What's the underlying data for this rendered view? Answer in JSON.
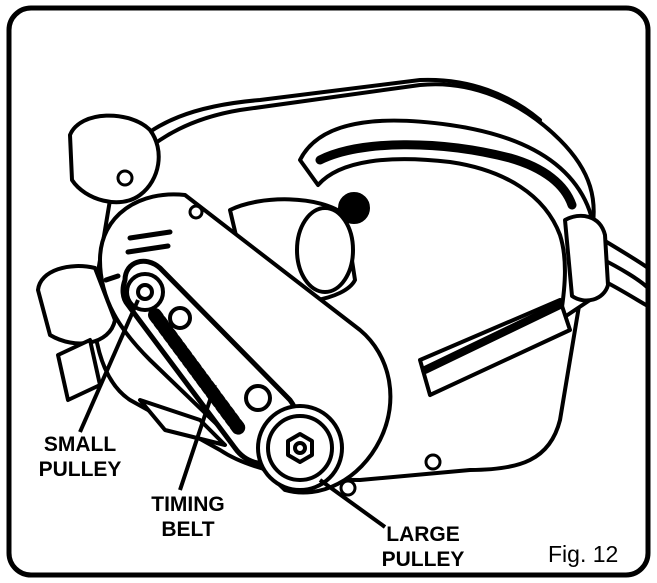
{
  "labels": {
    "small_pulley": [
      "SMALL",
      "PULLEY"
    ],
    "timing_belt": [
      "TIMING",
      "BELT"
    ],
    "large_pulley": [
      "LARGE",
      "PULLEY"
    ]
  },
  "figure_caption": "Fig. 12"
}
